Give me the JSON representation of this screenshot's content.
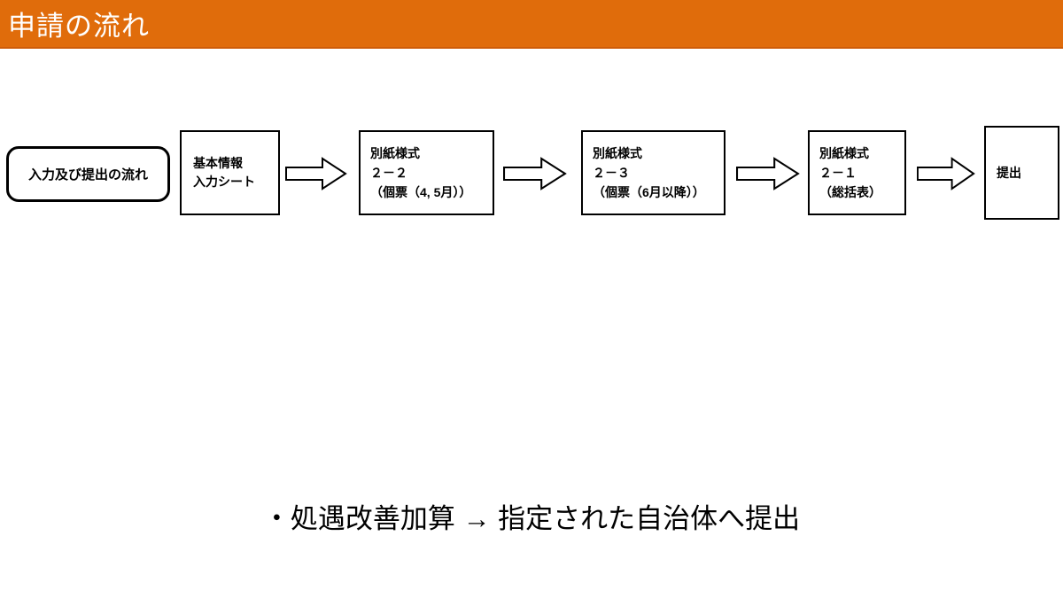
{
  "header": {
    "title": "申請の流れ",
    "bg_color": "#E06C0B",
    "text_color": "#FFFFFF"
  },
  "flow": {
    "label_box": {
      "text": "入力及び提出の流れ"
    },
    "steps": [
      {
        "id": "basic-info-sheet",
        "lines": [
          "基本情報",
          "入力シート"
        ]
      },
      {
        "id": "form-2-2",
        "lines": [
          "別紙様式",
          "２－２",
          "（個票（4, 5月））"
        ]
      },
      {
        "id": "form-2-3",
        "lines": [
          "別紙様式",
          "２－３",
          "（個票（6月以降））"
        ]
      },
      {
        "id": "form-2-1",
        "lines": [
          "別紙様式",
          "２－１",
          "（総括表）"
        ]
      },
      {
        "id": "submit",
        "lines": [
          "提出"
        ]
      }
    ],
    "arrow_icon": "right-block-arrow"
  },
  "note": {
    "text": "・処遇改善加算 → 指定された自治体へ提出"
  }
}
